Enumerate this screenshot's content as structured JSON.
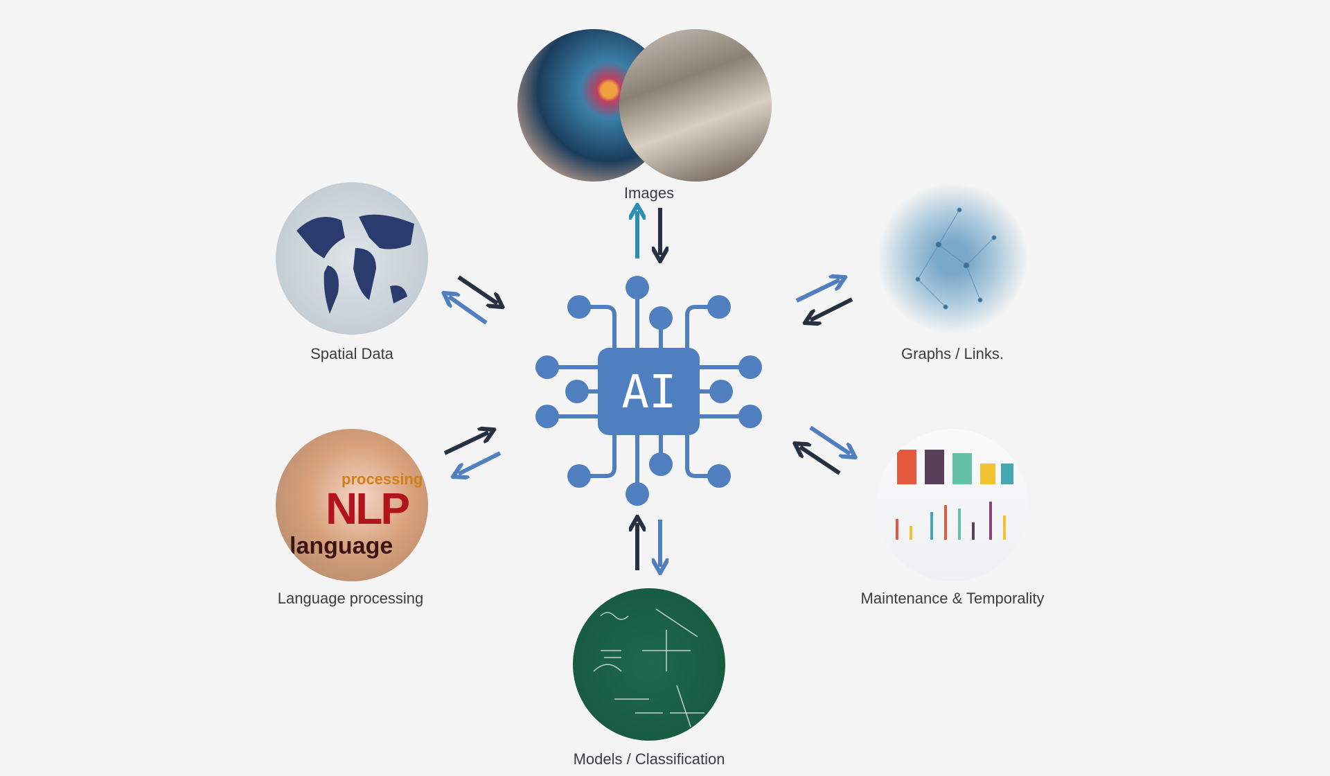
{
  "center": {
    "label": "AI"
  },
  "nodes": [
    {
      "id": "images",
      "label": "Images"
    },
    {
      "id": "spatial",
      "label": "Spatial Data"
    },
    {
      "id": "graphs",
      "label": "Graphs / Links."
    },
    {
      "id": "language",
      "label": "Language processing"
    },
    {
      "id": "maintenance",
      "label": "Maintenance & Temporality"
    },
    {
      "id": "models",
      "label": "Models / Classification"
    }
  ],
  "nlp_image_text": {
    "big": "NLP",
    "side": "language",
    "proc": "processing"
  },
  "colors": {
    "accent": "#4f7fbf",
    "dark": "#263040",
    "teal": "#2a8fb5",
    "background": "#f4f4f4"
  }
}
